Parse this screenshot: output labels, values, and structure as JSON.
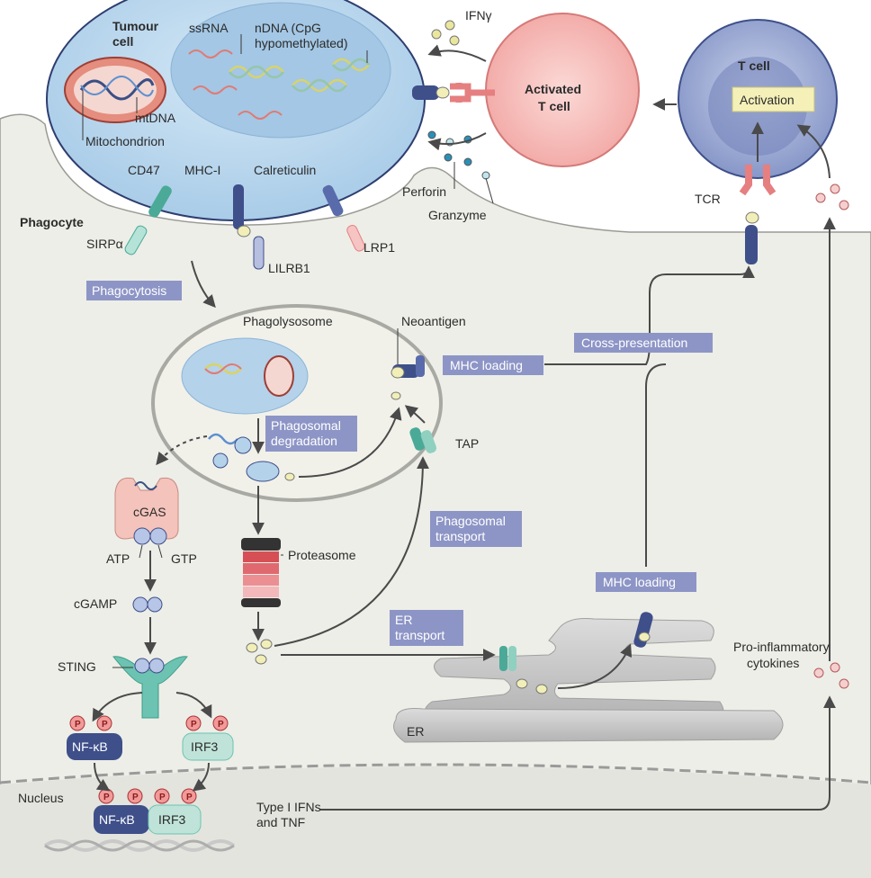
{
  "colors": {
    "cytoplasm": "#edeee7",
    "tumour": "#bcd9ee",
    "nucleus_tumour": "#a6cae6",
    "tcell_active": "#f4b9b6",
    "tcell": "#a9b7d9",
    "tag_bg": "#8d95c6",
    "receptor_dark": "#3e4f8a",
    "receptor_teal": "#4aaa97",
    "receptor_pink": "#e57f80",
    "er": "#c2c2c2",
    "proteasome": "#d64f55"
  },
  "labels": {
    "tumour_cell": "Tumour\ncell",
    "ssrna": "ssRNA",
    "ndna": "nDNA (CpG\nhypomethylated)",
    "mtdna": "mtDNA",
    "mitochondrion": "Mitochondrion",
    "ifn_gamma": "IFNγ",
    "activated_t_cell": "Activated\nT cell",
    "t_cell": "T cell",
    "activation": "Activation",
    "cd47": "CD47",
    "mhc_i": "MHC-I",
    "calreticulin": "Calreticulin",
    "perforin": "Perforin",
    "granzyme": "Granzyme",
    "tcr": "TCR",
    "phagocyte": "Phagocyte",
    "sirpa": "SIRPα",
    "lilrb1": "LILRB1",
    "lrp1": "LRP1",
    "phagocytosis": "Phagocytosis",
    "phagolysosome": "Phagolysosome",
    "neoantigen": "Neoantigen",
    "mhc_loading_1": "MHC loading",
    "cross_presentation": "Cross-presentation",
    "phagosomal_degradation": "Phagosomal\ndegradation",
    "tap": "TAP",
    "cgas": "cGAS",
    "atp": "ATP",
    "gtp": "GTP",
    "proteasome": "Proteasome",
    "phagosomal_transport": "Phagosomal\ntransport",
    "mhc_loading_2": "MHC loading",
    "cgamp": "cGAMP",
    "er_transport": "ER\ntransport",
    "pro_inflammatory": "Pro-inflammatory\ncytokines",
    "sting": "STING",
    "phospho": "P",
    "nfkb": "NF-κB",
    "irf3": "IRF3",
    "er": "ER",
    "nucleus": "Nucleus",
    "type_i_ifns": "Type I IFNs\nand TNF"
  }
}
